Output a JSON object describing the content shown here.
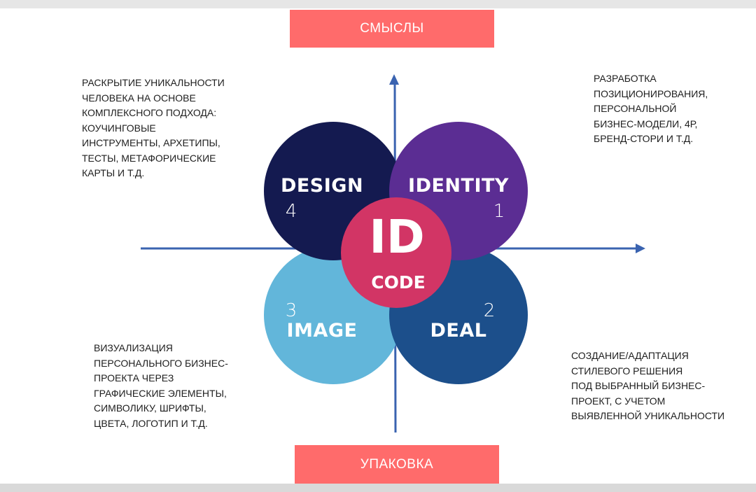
{
  "colors": {
    "banner": "#ff6b6b",
    "axis": "#3a63b0",
    "design": "#141a50",
    "identity": "#5b2d93",
    "image": "#62b6da",
    "deal": "#1c4f8b",
    "center": "#d23565"
  },
  "top_banner": {
    "label": "СМЫСЛЫ"
  },
  "bottom_banner": {
    "label": "УПАКОВКА"
  },
  "notes": {
    "top_left": [
      "РАСКРЫТИЕ УНИКАЛЬНОСТИ",
      "ЧЕЛОВЕКА НА ОСНОВЕ",
      "КОМПЛЕКСНОГО ПОДХОДА:",
      "КОУЧИНГОВЫЕ",
      "ИНСТРУМЕНТЫ, АРХЕТИПЫ,",
      "ТЕСТЫ, МЕТАФОРИЧЕСКИЕ",
      "КАРТЫ И Т.Д."
    ],
    "top_right": [
      "РАЗРАБОТКА",
      "ПОЗИЦИОНИРОВАНИЯ,",
      "ПЕРСОНАЛЬНОЙ",
      "БИЗНЕС-МОДЕЛИ, 4Р,",
      "БРЕНД-СТОРИ И Т.Д."
    ],
    "bottom_left": [
      "ВИЗУАЛИЗАЦИЯ",
      "ПЕРСОНАЛЬНОГО БИЗНЕС-",
      "ПРОЕКТА ЧЕРЕЗ",
      "ГРАФИЧЕСКИЕ ЭЛЕМЕНТЫ,",
      "СИМВОЛИКУ, ШРИФТЫ,",
      "ЦВЕТА, ЛОГОТИП И Т.Д."
    ],
    "bottom_right": [
      "СОЗДАНИЕ/АДАПТАЦИЯ",
      "СТИЛЕВОГО РЕШЕНИЯ",
      "ПОД ВЫБРАННЫЙ БИЗНЕС-",
      "ПРОЕКТ, С УЧЕТОМ",
      "ВЫЯВЛЕННОЙ УНИКАЛЬНОСТИ"
    ]
  },
  "petals": {
    "design": {
      "title": "DESIGN",
      "number": "4"
    },
    "identity": {
      "title": "IDENTITY",
      "number": "1"
    },
    "image": {
      "title": "IMAGE",
      "number": "3"
    },
    "deal": {
      "title": "DEAL",
      "number": "2"
    }
  },
  "center": {
    "title": "ID",
    "subtitle": "CODE"
  }
}
